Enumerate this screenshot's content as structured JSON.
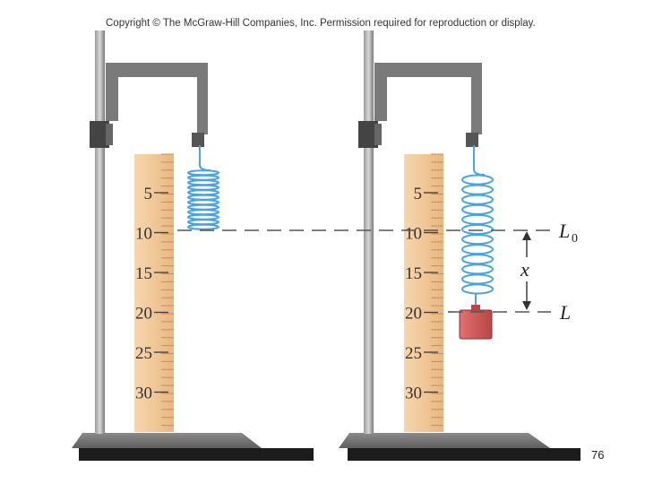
{
  "copyright": "Copyright © The McGraw-Hill Companies, Inc. Permission required for reproduction or display.",
  "page_number": "76",
  "ruler_ticks": [
    "5",
    "10",
    "15",
    "20",
    "25",
    "30"
  ],
  "labels": {
    "L0_main": "L",
    "L0_sub": "0",
    "x": "x",
    "L": "L"
  },
  "colors": {
    "stand": "#7d7d7d",
    "stand_dark": "#555555",
    "ruler": "#f0c99a",
    "ruler_edge": "#d9a56c",
    "spring": "#4aa3df",
    "weight": "#d85a5a",
    "base": "#1c1c1c"
  }
}
